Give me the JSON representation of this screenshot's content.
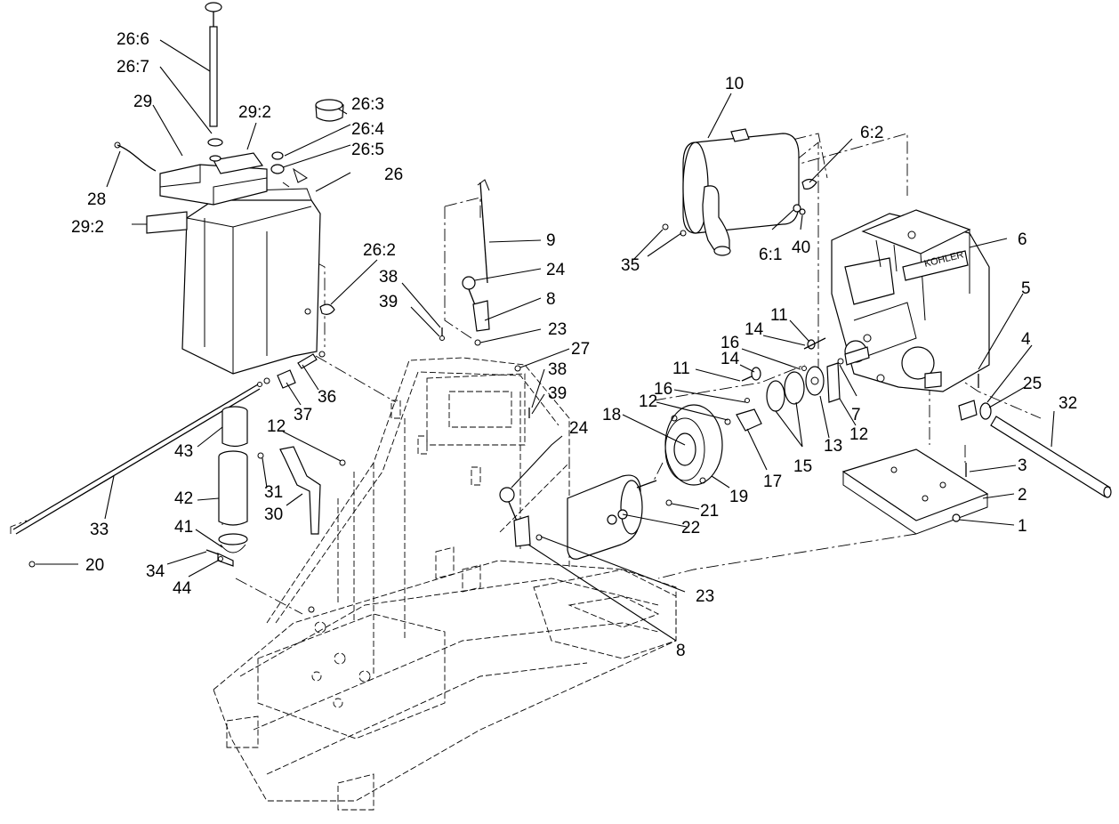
{
  "diagram": {
    "engine_brand_text": "KOHLER",
    "callouts": [
      {
        "id": "c-26-6",
        "text": "26:6"
      },
      {
        "id": "c-26-7",
        "text": "26:7"
      },
      {
        "id": "c-29",
        "text": "29"
      },
      {
        "id": "c-29-2-top",
        "text": "29:2"
      },
      {
        "id": "c-26-3",
        "text": "26:3"
      },
      {
        "id": "c-26-4",
        "text": "26:4"
      },
      {
        "id": "c-26-5",
        "text": "26:5"
      },
      {
        "id": "c-26",
        "text": "26"
      },
      {
        "id": "c-28",
        "text": "28"
      },
      {
        "id": "c-29-2-side",
        "text": "29:2"
      },
      {
        "id": "c-26-2",
        "text": "26:2"
      },
      {
        "id": "c-38-a",
        "text": "38"
      },
      {
        "id": "c-39-a",
        "text": "39"
      },
      {
        "id": "c-36",
        "text": "36"
      },
      {
        "id": "c-37",
        "text": "37"
      },
      {
        "id": "c-43",
        "text": "43"
      },
      {
        "id": "c-33",
        "text": "33"
      },
      {
        "id": "c-42",
        "text": "42"
      },
      {
        "id": "c-41",
        "text": "41"
      },
      {
        "id": "c-34",
        "text": "34"
      },
      {
        "id": "c-44",
        "text": "44"
      },
      {
        "id": "c-20",
        "text": "20"
      },
      {
        "id": "c-12-a",
        "text": "12"
      },
      {
        "id": "c-31",
        "text": "31"
      },
      {
        "id": "c-30",
        "text": "30"
      },
      {
        "id": "c-9",
        "text": "9"
      },
      {
        "id": "c-24-a",
        "text": "24"
      },
      {
        "id": "c-8-a",
        "text": "8"
      },
      {
        "id": "c-23-a",
        "text": "23"
      },
      {
        "id": "c-27",
        "text": "27"
      },
      {
        "id": "c-38-b",
        "text": "38"
      },
      {
        "id": "c-39-b",
        "text": "39"
      },
      {
        "id": "c-24-b",
        "text": "24"
      },
      {
        "id": "c-23-b",
        "text": "23"
      },
      {
        "id": "c-8-b",
        "text": "8"
      },
      {
        "id": "c-10",
        "text": "10"
      },
      {
        "id": "c-6-2",
        "text": "6:2"
      },
      {
        "id": "c-35",
        "text": "35"
      },
      {
        "id": "c-6-1",
        "text": "6:1"
      },
      {
        "id": "c-40",
        "text": "40"
      },
      {
        "id": "c-6",
        "text": "6"
      },
      {
        "id": "c-5",
        "text": "5"
      },
      {
        "id": "c-4",
        "text": "4"
      },
      {
        "id": "c-25",
        "text": "25"
      },
      {
        "id": "c-32",
        "text": "32"
      },
      {
        "id": "c-11-a",
        "text": "11"
      },
      {
        "id": "c-14-a",
        "text": "14"
      },
      {
        "id": "c-16-a",
        "text": "16"
      },
      {
        "id": "c-14-b",
        "text": "14"
      },
      {
        "id": "c-11-b",
        "text": "11"
      },
      {
        "id": "c-16-b",
        "text": "16"
      },
      {
        "id": "c-12-b",
        "text": "12"
      },
      {
        "id": "c-18",
        "text": "18"
      },
      {
        "id": "c-7",
        "text": "7"
      },
      {
        "id": "c-12-c",
        "text": "12"
      },
      {
        "id": "c-13",
        "text": "13"
      },
      {
        "id": "c-15",
        "text": "15"
      },
      {
        "id": "c-17",
        "text": "17"
      },
      {
        "id": "c-19",
        "text": "19"
      },
      {
        "id": "c-21",
        "text": "21"
      },
      {
        "id": "c-22",
        "text": "22"
      },
      {
        "id": "c-3",
        "text": "3"
      },
      {
        "id": "c-2",
        "text": "2"
      },
      {
        "id": "c-1",
        "text": "1"
      }
    ]
  }
}
